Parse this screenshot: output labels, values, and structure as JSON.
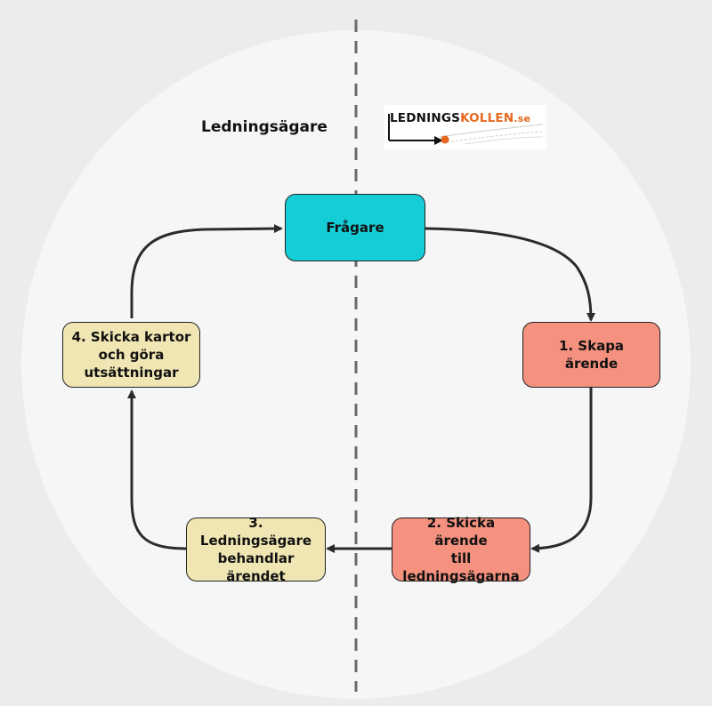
{
  "labels": {
    "owner_side": "Ledningsägare"
  },
  "logo": {
    "part1": "LEDNINGS",
    "part2": "KOLLEN",
    "part3": ".se"
  },
  "nodes": {
    "fragare": "Frågare",
    "step1": "1. Skapa ärende",
    "step2": "2. Skicka ärende\ntill\nledningsägarna",
    "step3": "3. Ledningsägare\nbehandlar\närendet",
    "step4": "4. Skicka kartor\noch göra\nutsättningar"
  },
  "colors": {
    "teal": "#14cdd6",
    "salmon": "#f4917f",
    "cream": "#f0e6b3",
    "circle": "#f6f6f6",
    "background": "#ececec",
    "arrow": "#2b2b2b",
    "divider": "#6a6a6a",
    "logo_orange": "#e8671e"
  }
}
